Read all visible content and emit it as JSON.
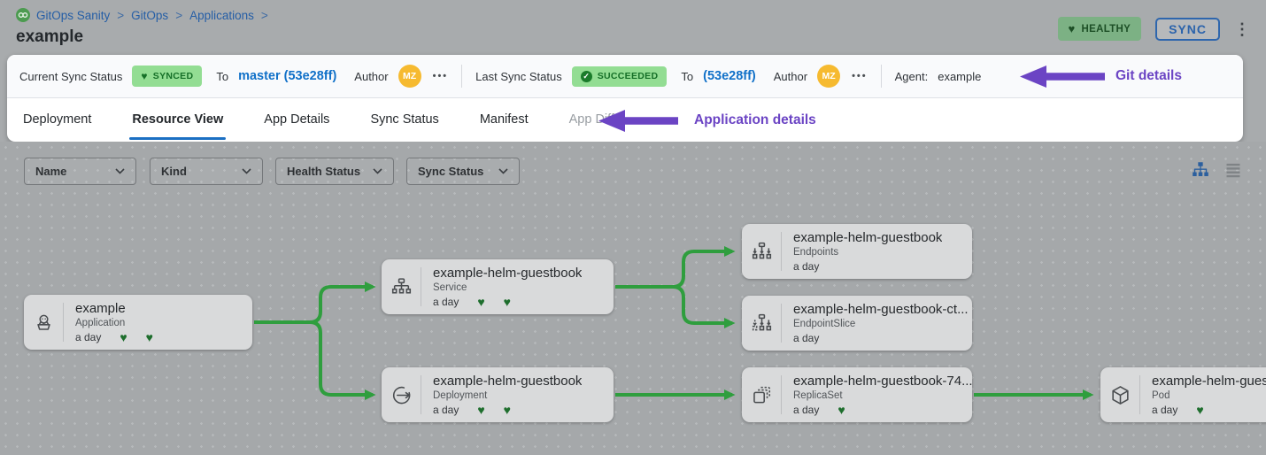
{
  "icons": {
    "kebab": "⋮",
    "ellipsis": "•••",
    "heart": "♥",
    "check": "✓"
  },
  "colors": {
    "accent_blue": "#1b6fc3",
    "annotation_purple": "#6b44c4",
    "edge_green": "#2f9e3e",
    "badge_green_bg": "#93dd93",
    "badge_green_text": "#156f27",
    "avatar_orange": "#f6ba30"
  },
  "header": {
    "breadcrumb": {
      "items": [
        "GitOps Sanity",
        "GitOps",
        "Applications"
      ],
      "separator": ">"
    },
    "title": "example",
    "health_badge": "HEALTHY",
    "sync_button": "SYNC"
  },
  "sync_bar": {
    "current": {
      "label": "Current Sync Status",
      "badge": "SYNCED",
      "to": "To",
      "target": "master (53e28ff)",
      "author": "Author",
      "avatar": "MZ"
    },
    "last": {
      "label": "Last Sync Status",
      "badge": "SUCCEEDED",
      "to": "To",
      "target": "(53e28ff)",
      "author": "Author",
      "avatar": "MZ"
    },
    "agent": {
      "label": "Agent:",
      "value": "example"
    },
    "annotation": "Git details"
  },
  "tabs": {
    "items": [
      {
        "label": "Deployment"
      },
      {
        "label": "Resource View"
      },
      {
        "label": "App Details"
      },
      {
        "label": "Sync Status"
      },
      {
        "label": "Manifest"
      },
      {
        "label": "App Diff"
      }
    ],
    "active": "Resource View",
    "annotation": "Application details"
  },
  "filters": {
    "name": "Name",
    "kind": "Kind",
    "health": "Health Status",
    "sync": "Sync Status"
  },
  "graph": {
    "nodes": [
      {
        "name": "example",
        "kind": "Application",
        "age": "a day",
        "hearts": 2
      },
      {
        "name": "example-helm-guestbook",
        "kind": "Service",
        "age": "a day",
        "hearts": 2
      },
      {
        "name": "example-helm-guestbook",
        "kind": "Endpoints",
        "age": "a day",
        "hearts": 0
      },
      {
        "name": "example-helm-guestbook-ct...",
        "kind": "EndpointSlice",
        "age": "a day",
        "hearts": 0
      },
      {
        "name": "example-helm-guestbook",
        "kind": "Deployment",
        "age": "a day",
        "hearts": 2
      },
      {
        "name": "example-helm-guestbook-74...",
        "kind": "ReplicaSet",
        "age": "a day",
        "hearts": 1
      },
      {
        "name": "example-helm-guest",
        "kind": "Pod",
        "age": "a day",
        "hearts": 1
      }
    ]
  }
}
